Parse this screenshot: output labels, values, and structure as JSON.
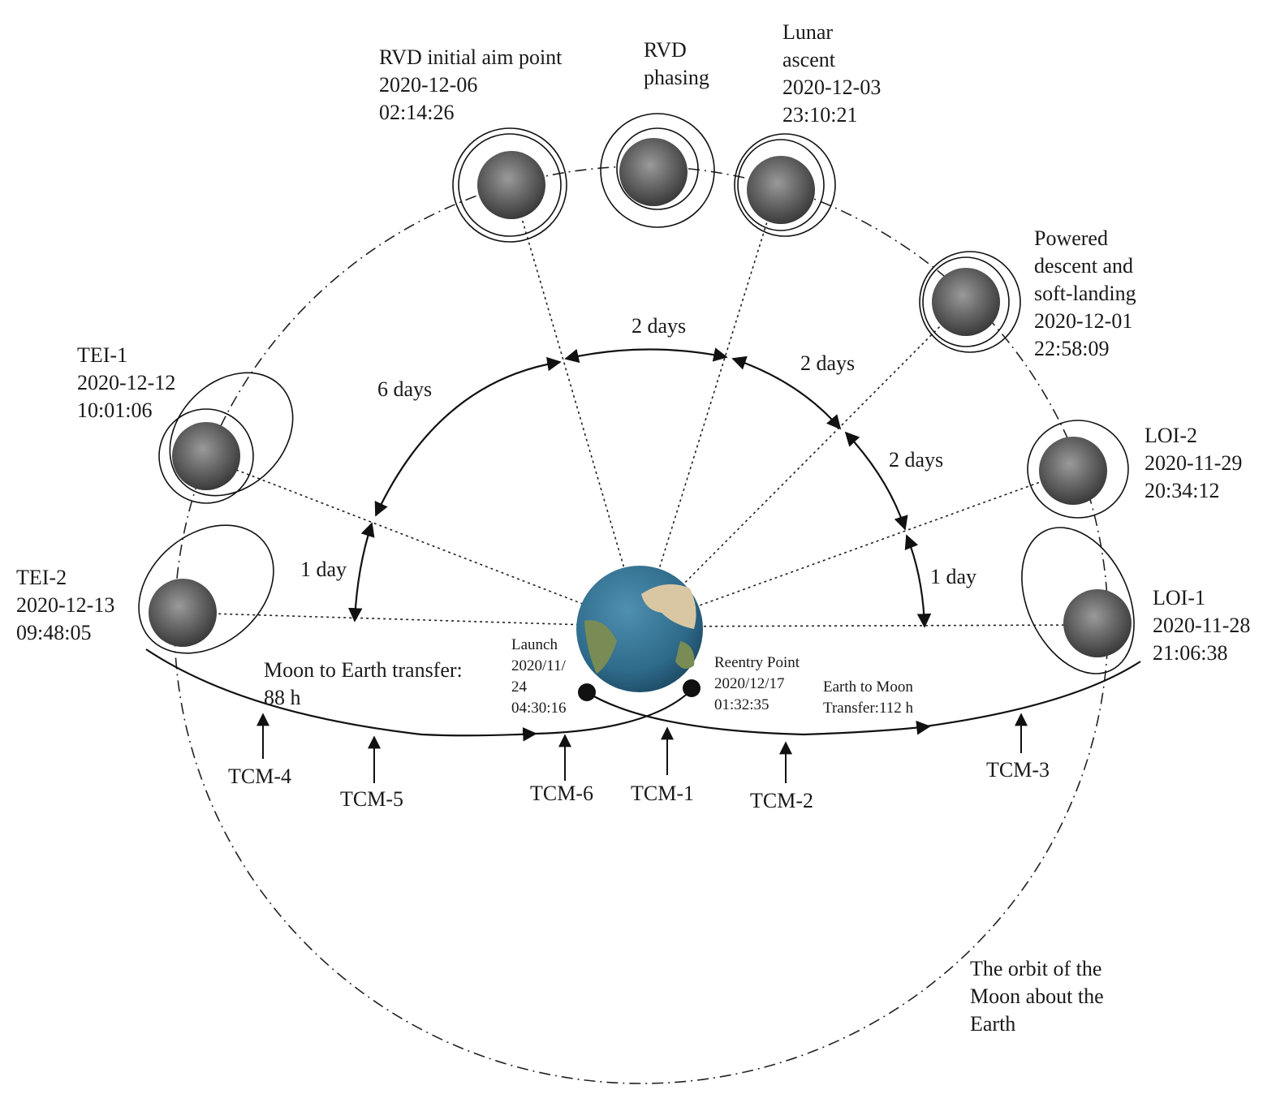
{
  "colors": {
    "ink": "#111111",
    "moon_dark": "#3d3d3d",
    "moon_light": "#bdbdbd",
    "earth_ocean": "#2f6f8f",
    "earth_land": "#7a8c55",
    "earth_desert": "#d9c7a4"
  },
  "moons": [
    {
      "id": "rvd-initial-aim-point",
      "label_lines": [
        "RVD initial aim point",
        "2020-12-06",
        "02:14:26"
      ]
    },
    {
      "id": "rvd-phasing",
      "label_lines": [
        "RVD",
        "phasing"
      ]
    },
    {
      "id": "lunar-ascent",
      "label_lines": [
        "Lunar",
        "ascent",
        "2020-12-03",
        "23:10:21"
      ]
    },
    {
      "id": "powered-descent",
      "label_lines": [
        "Powered",
        "descent and",
        "soft-landing",
        "2020-12-01",
        "22:58:09"
      ]
    },
    {
      "id": "tei-1",
      "label_lines": [
        "TEI-1",
        "2020-12-12",
        "10:01:06"
      ]
    },
    {
      "id": "loi-2",
      "label_lines": [
        "LOI-2",
        "2020-11-29",
        "20:34:12"
      ]
    },
    {
      "id": "tei-2",
      "label_lines": [
        "TEI-2",
        "2020-12-13",
        "09:48:05"
      ]
    },
    {
      "id": "loi-1",
      "label_lines": [
        "LOI-1",
        "2020-11-28",
        "21:06:38"
      ]
    }
  ],
  "durations": {
    "top": "2 days",
    "upper_right": "2 days",
    "right": "2 days",
    "left": "6 days",
    "lower_left": "1 day",
    "lower_right": "1 day"
  },
  "launch": {
    "lines": [
      "Launch",
      "2020/11/",
      "24",
      "04:30:16"
    ]
  },
  "reentry": {
    "lines": [
      "Reentry Point",
      "2020/12/17",
      "01:32:35"
    ]
  },
  "transfers": {
    "moon_to_earth": [
      "Moon to Earth transfer:",
      "88 h"
    ],
    "earth_to_moon": [
      "Earth to Moon",
      "Transfer:112 h"
    ]
  },
  "tcms": [
    {
      "id": "tcm-4",
      "label": "TCM-4"
    },
    {
      "id": "tcm-5",
      "label": "TCM-5"
    },
    {
      "id": "tcm-6",
      "label": "TCM-6"
    },
    {
      "id": "tcm-1",
      "label": "TCM-1"
    },
    {
      "id": "tcm-2",
      "label": "TCM-2"
    },
    {
      "id": "tcm-3",
      "label": "TCM-3"
    }
  ],
  "orbit_caption": [
    "The orbit of the",
    "Moon about the",
    "Earth"
  ]
}
